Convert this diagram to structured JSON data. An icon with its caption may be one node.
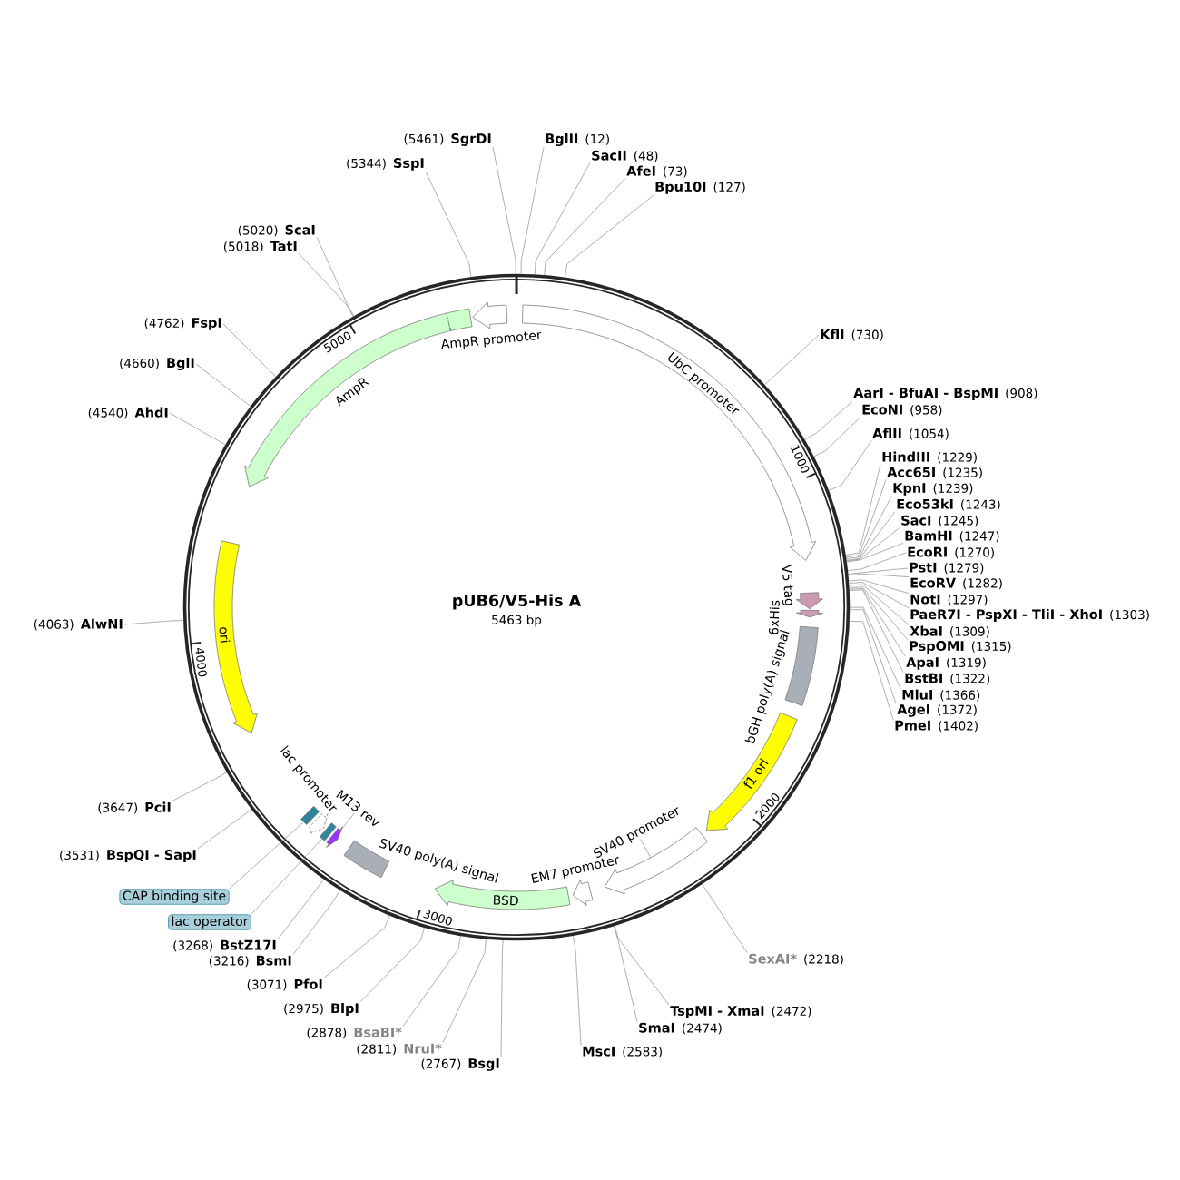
{
  "diagram": {
    "nodes": [
      {
        "text": [
          "pUB6/V5-His A",
          "5463 bp"
        ]
      },
      {
        "text": [
          "UbC promoter"
        ],
        "in": 0
      },
      {
        "text": [
          "V5 tag"
        ],
        "in": 0
      },
      {
        "text": [
          "6xHis"
        ],
        "in": 0
      },
      {
        "text": [
          "bGH poly(A) signal"
        ],
        "in": 0
      },
      {
        "text": [
          "f1 ori"
        ],
        "in": 0
      },
      {
        "text": [
          "SV40 promoter"
        ],
        "in": 0
      },
      {
        "text": [],
        "shape": "arrow",
        "in": 0
      },
      {
        "text": [
          "EM7 promoter"
        ],
        "in": 0
      },
      {
        "text": [
          "BSD"
        ],
        "in": 0
      },
      {
        "text": [
          "SV40 poly(A) signal"
        ],
        "in": 0
      },
      {
        "text": [
          "M13 rev"
        ],
        "in": 0
      },
      {
        "text": [],
        "shape": "arrow",
        "in": 0
      },
      {
        "text": [],
        "shape": "box",
        "in": 0
      },
      {
        "text": [
          "lac promoter"
        ],
        "in": 0
      },
      {
        "text": [],
        "shape": "box",
        "in": 0
      },
      {
        "text": [
          "ori"
        ],
        "in": 0
      },
      {
        "text": [
          "AmpR"
        ],
        "in": 0
      },
      {
        "text": [
          "AmpR promoter"
        ],
        "in": 0
      },
      {
        "text": [
          "CAP binding site"
        ]
      },
      {
        "text": [
          "lac operator"
        ]
      },
      {
        "text": [
          "BglII",
          "(12)"
        ]
      },
      {
        "text": [
          "SacII",
          "(48)"
        ]
      },
      {
        "text": [
          "AfeI",
          "(73)"
        ]
      },
      {
        "text": [
          "Bpu10I",
          "(127)"
        ]
      },
      {
        "text": [
          "KflI",
          "(730)"
        ]
      },
      {
        "text": [
          "AarI - BfuAI - BspMI",
          "(908)"
        ]
      },
      {
        "text": [
          "EcoNI",
          "(958)"
        ]
      },
      {
        "text": [
          "AflII",
          "(1054)"
        ]
      },
      {
        "text": [
          "HindIII",
          "(1229)"
        ]
      },
      {
        "text": [
          "Acc65I",
          "(1235)"
        ]
      },
      {
        "text": [
          "KpnI",
          "(1239)"
        ]
      },
      {
        "text": [
          "Eco53kI",
          "(1243)"
        ]
      },
      {
        "text": [
          "SacI",
          "(1245)"
        ]
      },
      {
        "text": [
          "BamHI",
          "(1247)"
        ]
      },
      {
        "text": [
          "EcoRI",
          "(1270)"
        ]
      },
      {
        "text": [
          "PstI",
          "(1279)"
        ]
      },
      {
        "text": [
          "EcoRV",
          "(1282)"
        ]
      },
      {
        "text": [
          "NotI",
          "(1297)"
        ]
      },
      {
        "text": [
          "PaeR7I - PspXI - TliI - XhoI",
          "(1303)"
        ]
      },
      {
        "text": [
          "XbaI",
          "(1309)"
        ]
      },
      {
        "text": [
          "PspOMI",
          "(1315)"
        ]
      },
      {
        "text": [
          "ApaI",
          "(1319)"
        ]
      },
      {
        "text": [
          "BstBI",
          "(1322)"
        ]
      },
      {
        "text": [
          "MluI",
          "(1366)"
        ]
      },
      {
        "text": [
          "AgeI",
          "(1372)"
        ]
      },
      {
        "text": [
          "PmeI",
          "(1402)"
        ]
      },
      {
        "text": [
          "SexAI*",
          "(2218)"
        ]
      },
      {
        "text": [
          "TspMI - XmaI",
          "(2472)"
        ]
      },
      {
        "text": [
          "SmaI",
          "(2474)"
        ]
      },
      {
        "text": [
          "MscI",
          "(2583)"
        ]
      },
      {
        "text": [
          "(2767)",
          "BsgI"
        ]
      },
      {
        "text": [
          "(2811)",
          "NruI*"
        ]
      },
      {
        "text": [
          "(2878)",
          "BsaBI*"
        ]
      },
      {
        "text": [
          "(2975)",
          "BlpI"
        ]
      },
      {
        "text": [
          "(3071)",
          "PfoI"
        ]
      },
      {
        "text": [
          "(3216)",
          "BsmI"
        ]
      },
      {
        "text": [
          "(3268)",
          "BstZ17I"
        ]
      },
      {
        "text": [
          "(3531)",
          "BspQI - SapI"
        ]
      },
      {
        "text": [
          "(3647)",
          "PciI"
        ]
      },
      {
        "text": [
          "(4063)",
          "AlwNI"
        ]
      },
      {
        "text": [
          "(4540)",
          "AhdI"
        ]
      },
      {
        "text": [
          "(4660)",
          "BglI"
        ]
      },
      {
        "text": [
          "(4762)",
          "FspI"
        ]
      },
      {
        "text": [
          "(5018)",
          "TatI"
        ]
      },
      {
        "text": [
          "(5020)",
          "ScaI"
        ]
      },
      {
        "text": [
          "(5344)",
          "SspI"
        ]
      },
      {
        "text": [
          "(5461)",
          "SgrDI"
        ]
      }
    ],
    "edges": [
      {
        "from": 6,
        "to": 7,
        "arrow": "none"
      },
      {
        "from": 11,
        "to": 12,
        "arrow": "none"
      },
      {
        "from": 19,
        "to": 15,
        "arrow": "none"
      },
      {
        "from": 20,
        "to": 13,
        "arrow": "none"
      },
      {
        "from": 21,
        "to": 0,
        "arrow": "none"
      },
      {
        "from": 22,
        "to": 0,
        "arrow": "none"
      },
      {
        "from": 23,
        "to": 0,
        "arrow": "none"
      },
      {
        "from": 24,
        "to": 0,
        "arrow": "none"
      },
      {
        "from": 25,
        "to": 0,
        "arrow": "none"
      },
      {
        "from": 26,
        "to": 0,
        "arrow": "none"
      },
      {
        "from": 27,
        "to": 0,
        "arrow": "none"
      },
      {
        "from": 28,
        "to": 0,
        "arrow": "none"
      },
      {
        "from": 29,
        "to": 0,
        "arrow": "none"
      },
      {
        "from": 30,
        "to": 0,
        "arrow": "none"
      },
      {
        "from": 31,
        "to": 0,
        "arrow": "none"
      },
      {
        "from": 32,
        "to": 0,
        "arrow": "none"
      },
      {
        "from": 33,
        "to": 0,
        "arrow": "none"
      },
      {
        "from": 34,
        "to": 0,
        "arrow": "none"
      },
      {
        "from": 35,
        "to": 0,
        "arrow": "none"
      },
      {
        "from": 36,
        "to": 0,
        "arrow": "none"
      },
      {
        "from": 37,
        "to": 0,
        "arrow": "none"
      },
      {
        "from": 38,
        "to": 0,
        "arrow": "none"
      },
      {
        "from": 39,
        "to": 0,
        "arrow": "none"
      },
      {
        "from": 40,
        "to": 0,
        "arrow": "none"
      },
      {
        "from": 41,
        "to": 0,
        "arrow": "none"
      },
      {
        "from": 42,
        "to": 0,
        "arrow": "none"
      },
      {
        "from": 43,
        "to": 0,
        "arrow": "none"
      },
      {
        "from": 44,
        "to": 0,
        "arrow": "none"
      },
      {
        "from": 45,
        "to": 0,
        "arrow": "none"
      },
      {
        "from": 46,
        "to": 0,
        "arrow": "none"
      },
      {
        "from": 47,
        "to": 0,
        "arrow": "none"
      },
      {
        "from": 48,
        "to": 0,
        "arrow": "none"
      },
      {
        "from": 49,
        "to": 0,
        "arrow": "none"
      },
      {
        "from": 50,
        "to": 0,
        "arrow": "none"
      },
      {
        "from": 51,
        "to": 0,
        "arrow": "none"
      },
      {
        "from": 52,
        "to": 0,
        "arrow": "none"
      },
      {
        "from": 53,
        "to": 0,
        "arrow": "none"
      },
      {
        "from": 54,
        "to": 0,
        "arrow": "none"
      },
      {
        "from": 55,
        "to": 0,
        "arrow": "none"
      },
      {
        "from": 56,
        "to": 0,
        "arrow": "none"
      },
      {
        "from": 57,
        "to": 0,
        "arrow": "none"
      },
      {
        "from": 58,
        "to": 0,
        "arrow": "none"
      },
      {
        "from": 59,
        "to": 0,
        "arrow": "none"
      },
      {
        "from": 60,
        "to": 0,
        "arrow": "none"
      },
      {
        "from": 61,
        "to": 0,
        "arrow": "none"
      },
      {
        "from": 62,
        "to": 0,
        "arrow": "none"
      },
      {
        "from": 63,
        "to": 0,
        "arrow": "none"
      },
      {
        "from": 64,
        "to": 0,
        "arrow": "none"
      },
      {
        "from": 65,
        "to": 0,
        "arrow": "none"
      },
      {
        "from": 66,
        "to": 0,
        "arrow": "none"
      },
      {
        "from": 67,
        "to": 0,
        "arrow": "none"
      }
    ],
    "labels": [
      "1000",
      "2000",
      "3000",
      "4000",
      "5000"
    ]
  }
}
